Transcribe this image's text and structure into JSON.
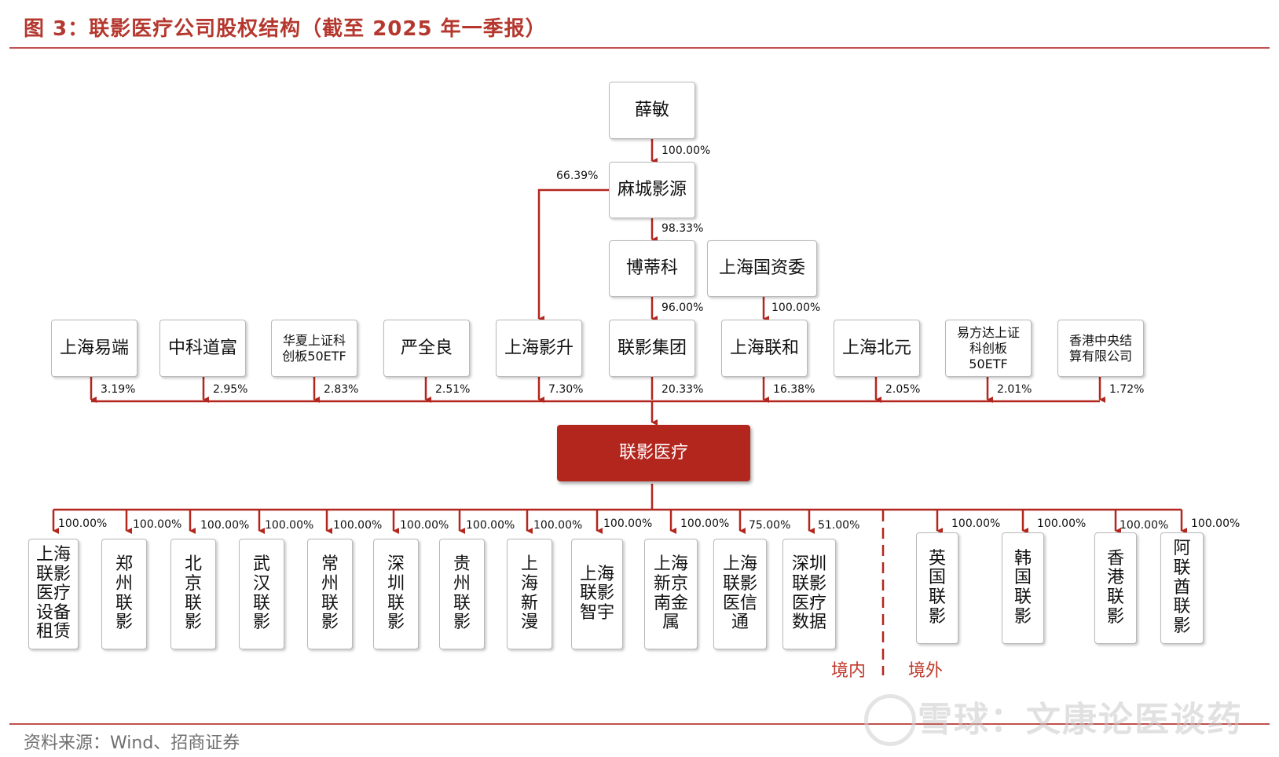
{
  "title": "图 3：联影医疗公司股权结构（截至 2025 年一季报）",
  "source": "资料来源：Wind、招商证券",
  "watermark": "雪球：文康论医谈药",
  "colors": {
    "accent": "#b3261e",
    "line": "#c0504d",
    "box_border": "#b9b9b9"
  },
  "top_chain": {
    "xue_min": "薛敏",
    "macheng": "麻城影源",
    "bodike": "博蒂科",
    "sh_guoziwei": "上海国资委",
    "pct_xue_to_macheng": "100.00%",
    "pct_macheng_to_bodike": "98.33%",
    "pct_macheng_to_yingsheng": "66.39%",
    "pct_bodike_to_group": "96.00%",
    "pct_guoziwei_to_lianhe": "100.00%"
  },
  "shareholders": [
    {
      "name": "上海易端",
      "pct": "3.19%"
    },
    {
      "name": "中科道富",
      "pct": "2.95%"
    },
    {
      "name": "华夏上证科创板50ETF",
      "line1": "华夏上证科",
      "line2": "创板50ETF",
      "pct": "2.83%"
    },
    {
      "name": "严全良",
      "pct": "2.51%"
    },
    {
      "name": "上海影升",
      "pct": "7.30%"
    },
    {
      "name": "联影集团",
      "pct": "20.33%"
    },
    {
      "name": "上海联和",
      "pct": "16.38%"
    },
    {
      "name": "上海北元",
      "pct": "2.05%"
    },
    {
      "name": "易方达上证科创板50ETF",
      "line1": "易方达上证",
      "line2": "科创板",
      "line3": "50ETF",
      "pct": "2.01%"
    },
    {
      "name": "香港中央结算有限公司",
      "line1": "香港中央结",
      "line2": "算有限公司",
      "pct": "1.72%"
    }
  ],
  "company": "联影医疗",
  "subsidiaries_domestic": [
    {
      "name": "上海联影医疗设备租赁",
      "lines": [
        "上海",
        "联影",
        "医疗",
        "设备",
        "租赁"
      ],
      "pct": "100.00%"
    },
    {
      "name": "郑州联影",
      "lines": [
        "郑",
        "州",
        "联",
        "影"
      ],
      "pct": "100.00%"
    },
    {
      "name": "北京联影",
      "lines": [
        "北",
        "京",
        "联",
        "影"
      ],
      "pct": "100.00%"
    },
    {
      "name": "武汉联影",
      "lines": [
        "武",
        "汉",
        "联",
        "影"
      ],
      "pct": "100.00%"
    },
    {
      "name": "常州联影",
      "lines": [
        "常",
        "州",
        "联",
        "影"
      ],
      "pct": "100.00%"
    },
    {
      "name": "深圳联影",
      "lines": [
        "深",
        "圳",
        "联",
        "影"
      ],
      "pct": "100.00%"
    },
    {
      "name": "贵州联影",
      "lines": [
        "贵",
        "州",
        "联",
        "影"
      ],
      "pct": "100.00%"
    },
    {
      "name": "上海新漫",
      "lines": [
        "上",
        "海",
        "新",
        "漫"
      ],
      "pct": "100.00%"
    },
    {
      "name": "上海联影智宇",
      "lines": [
        "上海",
        "联影",
        "智宇"
      ],
      "pct": "100.00%"
    },
    {
      "name": "上海新京南金属",
      "lines": [
        "上海",
        "新京",
        "南金",
        "属"
      ],
      "pct": "100.00%"
    },
    {
      "name": "上海联影医信通",
      "lines": [
        "上海",
        "联影",
        "医信",
        "通"
      ],
      "pct": "75.00%"
    },
    {
      "name": "深圳联影医疗数据",
      "lines": [
        "深圳",
        "联影",
        "医疗",
        "数据"
      ],
      "pct": "51.00%"
    }
  ],
  "subsidiaries_overseas": [
    {
      "name": "英国联影",
      "lines": [
        "英",
        "国",
        "联",
        "影"
      ],
      "pct": "100.00%"
    },
    {
      "name": "韩国联影",
      "lines": [
        "韩",
        "国",
        "联",
        "影"
      ],
      "pct": "100.00%"
    },
    {
      "name": "香港联影",
      "lines": [
        "香",
        "港",
        "联",
        "影"
      ],
      "pct": "100.00%"
    },
    {
      "name": "阿联酋联影",
      "lines": [
        "阿",
        "联",
        "酋",
        "联",
        "影"
      ],
      "pct": "100.00%"
    }
  ],
  "region_domestic": "境内",
  "region_overseas": "境外"
}
